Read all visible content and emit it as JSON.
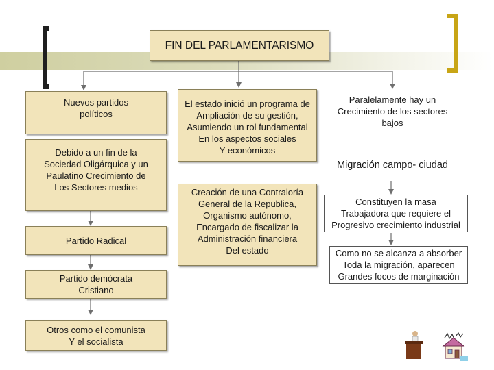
{
  "title": "FIN DEL PARLAMENTARISMO",
  "column_left": {
    "box1": "Nuevos partidos\npolíticos",
    "box2": "Debido a un fin de la\nSociedad Oligárquica y un\nPaulatino Crecimiento de\nLos Sectores medios",
    "box3": "Partido Radical",
    "box4": "Partido demócrata\nCristiano",
    "box5": "Otros como el comunista\nY el socialista"
  },
  "column_middle": {
    "box1": "El estado inició un programa de\nAmpliación de su gestión,\nAsumiendo un rol fundamental\nEn los aspectos sociales\nY económicos",
    "box2": "Creación de una Contraloría\nGeneral de la Republica,\nOrganismo autónomo,\nEncargado de fiscalizar la\nAdministración financiera\nDel estado"
  },
  "column_right": {
    "box1": "Paralelamente hay un\nCrecimiento de los sectores\nbajos",
    "box2": "Migración campo- ciudad",
    "box3": "Constituyen la masa\nTrabajadora que requiere el\nProgresivo crecimiento industrial",
    "box4": "Como no se alcanza a absorber\nToda la migración, aparecen\nGrandes focos de marginación"
  },
  "icons": [
    "speaker-at-podium-icon",
    "burning-house-icon"
  ],
  "colors": {
    "box_fill": "#f2e4ba",
    "box_border": "#8a8058",
    "bracket_left": "#1f1f1f",
    "bracket_right": "#c8a516"
  }
}
